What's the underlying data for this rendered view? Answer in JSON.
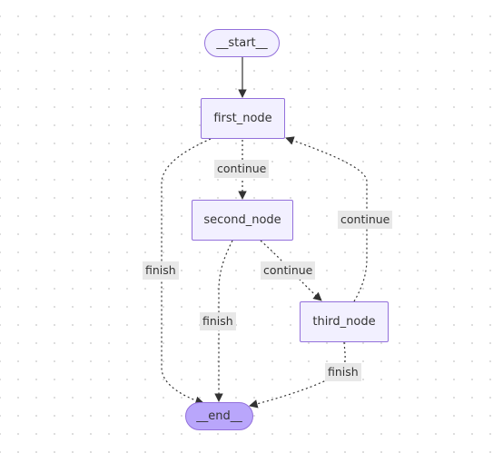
{
  "diagram": {
    "nodes": {
      "start": "__start__",
      "first": "first_node",
      "second": "second_node",
      "third": "third_node",
      "end": "__end__"
    },
    "edges": [
      {
        "from": "__start__",
        "to": "first_node",
        "label": "",
        "style": "solid"
      },
      {
        "from": "first_node",
        "to": "second_node",
        "label": "continue",
        "style": "dotted"
      },
      {
        "from": "first_node",
        "to": "__end__",
        "label": "finish",
        "style": "dotted"
      },
      {
        "from": "second_node",
        "to": "third_node",
        "label": "continue",
        "style": "dotted"
      },
      {
        "from": "second_node",
        "to": "__end__",
        "label": "finish",
        "style": "dotted"
      },
      {
        "from": "third_node",
        "to": "first_node",
        "label": "continue",
        "style": "dotted"
      },
      {
        "from": "third_node",
        "to": "__end__",
        "label": "finish",
        "style": "dotted"
      }
    ],
    "colors": {
      "node_fill": "#f2f0ff",
      "node_border": "#9370db",
      "end_fill": "#b9a6fb",
      "edge": "#333333",
      "label_bg": "#e8e8e8"
    }
  }
}
